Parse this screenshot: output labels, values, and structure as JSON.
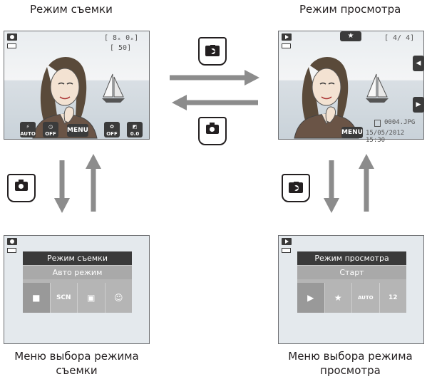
{
  "titles": {
    "shooting_mode": "Режим съемки",
    "playback_mode": "Режим просмотра"
  },
  "captions": {
    "shooting_menu_line1": "Меню выбора режима",
    "shooting_menu_line2": "съемки",
    "playback_menu_line1": "Меню выбора режима",
    "playback_menu_line2": "просмотра"
  },
  "shooting_screen": {
    "osd_top": "[ 8ₓ 0ₓ]",
    "osd_count": "[ 50]",
    "buttons": [
      {
        "icon": "flash-icon",
        "label": "AUTO"
      },
      {
        "icon": "self-timer-icon",
        "label": "OFF"
      },
      {
        "icon": "menu",
        "label": "MENU"
      },
      {
        "icon": "macro-icon",
        "label": "OFF"
      },
      {
        "icon": "exposure-icon",
        "label": "0.0"
      }
    ]
  },
  "playback_screen": {
    "counter": "[ 4/ 4]",
    "file_name": "0004.JPG",
    "timestamp": "15/05/2012 15:30",
    "menu_label": "MENU",
    "star": "★"
  },
  "shooting_menu": {
    "header": "Режим съемки",
    "selected": "Авто режим",
    "icons": [
      "camera-icon",
      "scene-icon",
      "special-effects-icon",
      "smart-portrait-icon"
    ],
    "icon_glyphs": [
      "■",
      "SCN",
      "▣",
      "☺"
    ]
  },
  "playback_menu": {
    "header": "Режим просмотра",
    "selected": "Старт",
    "icons": [
      "play-icon",
      "favorites-icon",
      "auto-sort-icon",
      "list-by-date-icon"
    ],
    "icon_glyphs": [
      "▶",
      "★",
      "AUTO",
      "12"
    ]
  },
  "colors": {
    "arrow": "#8c8c8c",
    "menu_header": "#3a3a3a",
    "menu_panel": "#b5b5b5"
  }
}
